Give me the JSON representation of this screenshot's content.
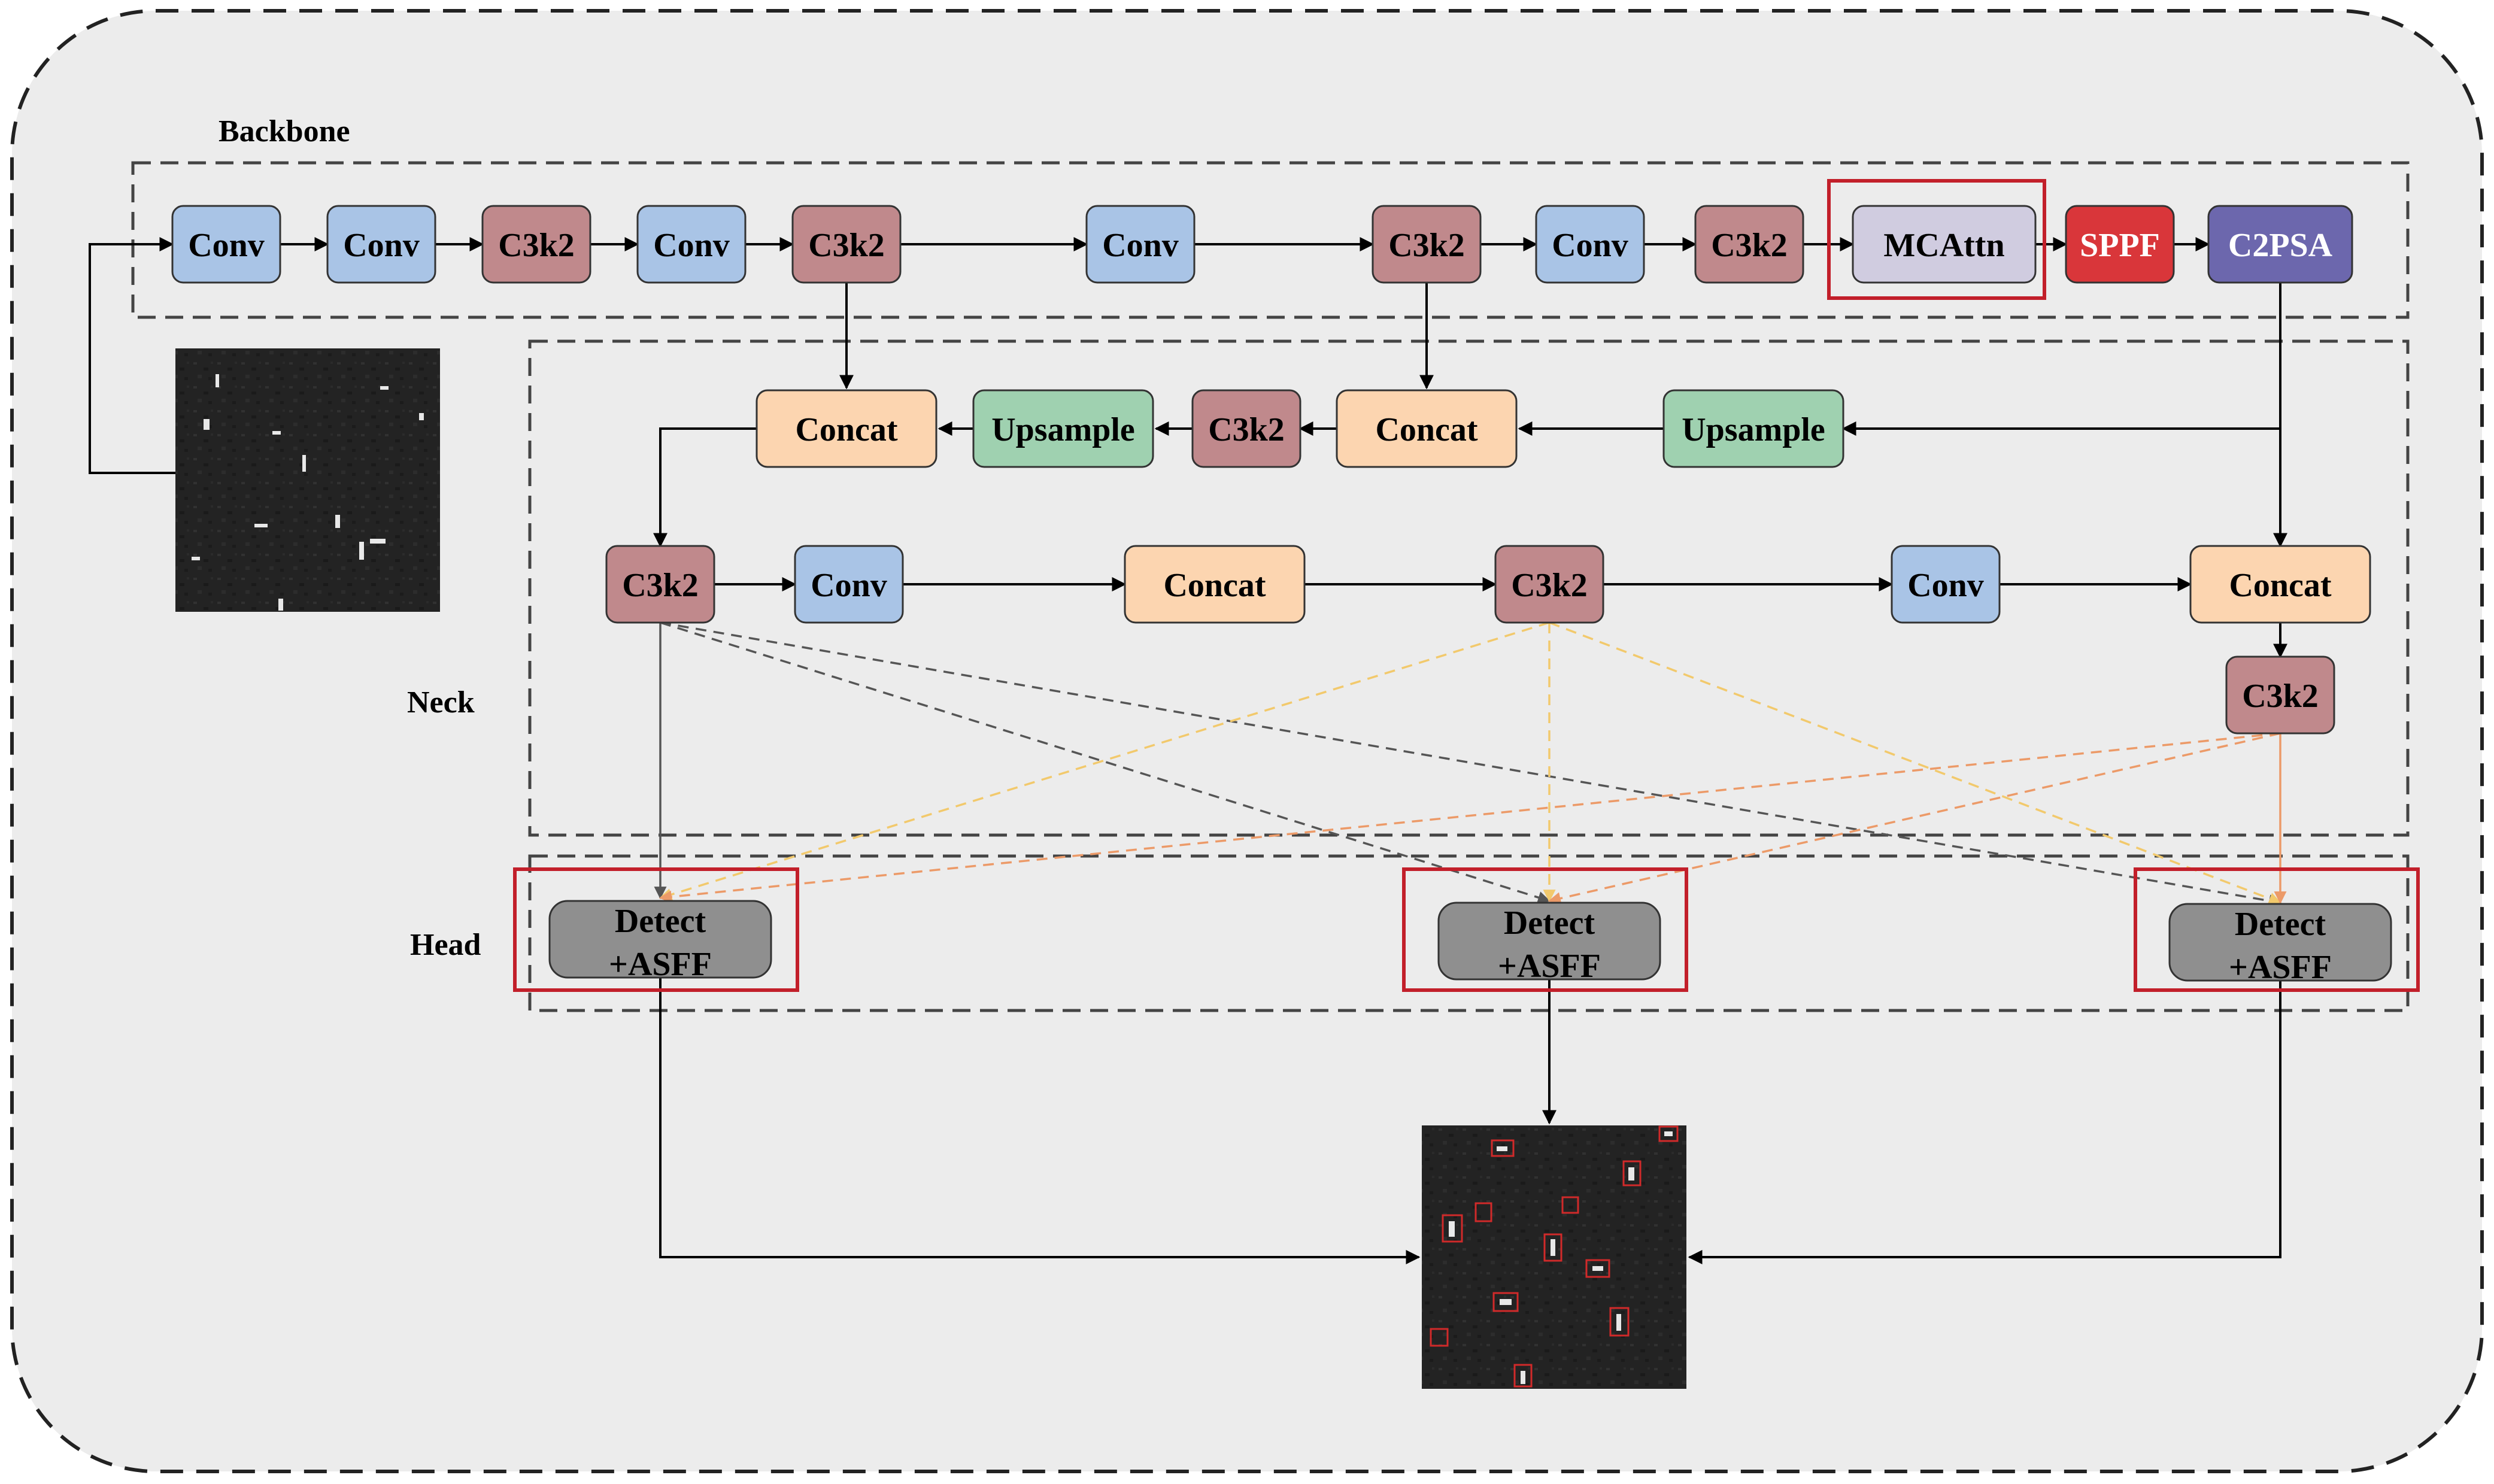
{
  "sections": {
    "backbone": "Backbone",
    "neck": "Neck",
    "head": "Head"
  },
  "colors": {
    "background": "#ececec",
    "conv": "#a9c4e6",
    "c3k2": "#c0898c",
    "concat": "#fcd5b0",
    "upsample": "#9fd1b0",
    "mcattn": "#d0cce0",
    "sppf": "#d9363a",
    "c2psa": "#6c67ad",
    "detect": "#8f8f8f",
    "highlight": "#c21f2a",
    "dashed_yellow": "#f7d98a",
    "dashed_orange": "#f0a679",
    "dashed_gray": "#555555"
  },
  "backbone_nodes": [
    {
      "id": "b1",
      "label": "Conv",
      "kind": "conv"
    },
    {
      "id": "b2",
      "label": "Conv",
      "kind": "conv"
    },
    {
      "id": "b3",
      "label": "C3k2",
      "kind": "c3k2"
    },
    {
      "id": "b4",
      "label": "Conv",
      "kind": "conv"
    },
    {
      "id": "b5",
      "label": "C3k2",
      "kind": "c3k2"
    },
    {
      "id": "b6",
      "label": "Conv",
      "kind": "conv"
    },
    {
      "id": "b7",
      "label": "C3k2",
      "kind": "c3k2"
    },
    {
      "id": "b8",
      "label": "Conv",
      "kind": "conv"
    },
    {
      "id": "b9",
      "label": "C3k2",
      "kind": "c3k2"
    },
    {
      "id": "b10",
      "label": "MCAttn",
      "kind": "mcattn"
    },
    {
      "id": "b11",
      "label": "SPPF",
      "kind": "sppf"
    },
    {
      "id": "b12",
      "label": "C2PSA",
      "kind": "c2psa"
    }
  ],
  "neck_nodes": [
    {
      "id": "n1",
      "label": "Concat",
      "kind": "concat"
    },
    {
      "id": "n2",
      "label": "Upsample",
      "kind": "upsample"
    },
    {
      "id": "n3",
      "label": "C3k2",
      "kind": "c3k2"
    },
    {
      "id": "n4",
      "label": "Concat",
      "kind": "concat"
    },
    {
      "id": "n5",
      "label": "Upsample",
      "kind": "upsample"
    },
    {
      "id": "n6",
      "label": "C3k2",
      "kind": "c3k2"
    },
    {
      "id": "n7",
      "label": "Conv",
      "kind": "conv"
    },
    {
      "id": "n8",
      "label": "Concat",
      "kind": "concat"
    },
    {
      "id": "n9",
      "label": "C3k2",
      "kind": "c3k2"
    },
    {
      "id": "n10",
      "label": "Conv",
      "kind": "conv"
    },
    {
      "id": "n11",
      "label": "Concat",
      "kind": "concat"
    },
    {
      "id": "n12",
      "label": "C3k2",
      "kind": "c3k2"
    }
  ],
  "head_nodes": [
    {
      "id": "h1",
      "line1": "Detect",
      "line2": "+ASFF"
    },
    {
      "id": "h2",
      "line1": "Detect",
      "line2": "+ASFF"
    },
    {
      "id": "h3",
      "line1": "Detect",
      "line2": "+ASFF"
    }
  ],
  "images": {
    "input": "input-sar-image",
    "output": "output-detection-image"
  }
}
